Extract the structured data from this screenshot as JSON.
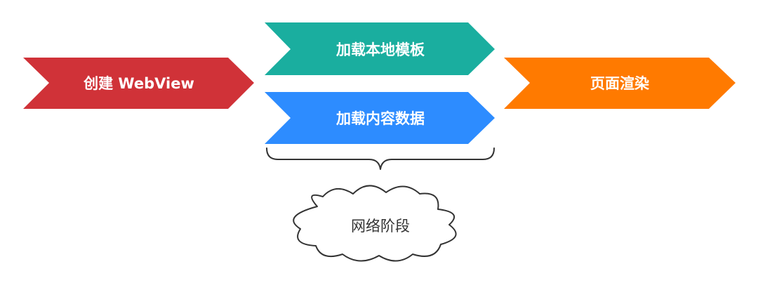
{
  "steps": {
    "create_webview": {
      "label": "创建 WebView",
      "color": "#D03238"
    },
    "load_template": {
      "label": "加载本地模板",
      "color": "#1AAE9F"
    },
    "load_content": {
      "label": "加载内容数据",
      "color": "#2D8CFF"
    },
    "page_render": {
      "label": "页面渲染",
      "color": "#FF7A00"
    }
  },
  "network_phase": {
    "label": "网络阶段",
    "brace_color": "#333333"
  }
}
